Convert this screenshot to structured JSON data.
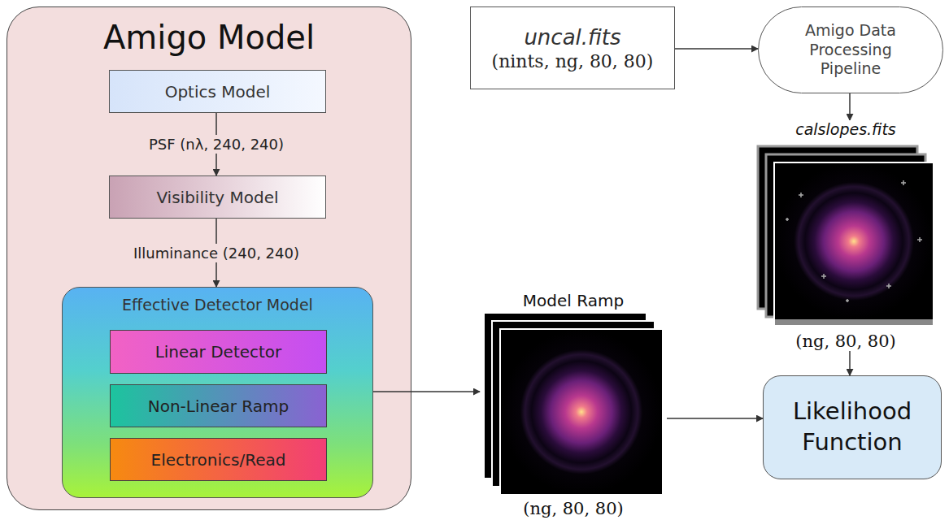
{
  "diagram": {
    "nodes": [
      {
        "text": [
          "Amigo Model"
        ]
      },
      {
        "text": [
          "Optics Model"
        ],
        "in": 0
      },
      {
        "text": [
          "Visibility Model"
        ],
        "in": 0
      },
      {
        "text": [
          "Effective Detector Model"
        ],
        "in": 0
      },
      {
        "text": [
          "Linear Detector"
        ],
        "in": 3
      },
      {
        "text": [
          "Non-Linear Ramp"
        ],
        "in": 3
      },
      {
        "text": [
          "Electronics/Read"
        ],
        "in": 3
      },
      {
        "text": [
          "uncal.fits",
          "(nints, ng, 80, 80)"
        ]
      },
      {
        "text": [
          "Amigo Data Processing Pipeline"
        ]
      },
      {
        "text": [
          "calslopes.fits",
          "(ng, 80, 80)"
        ]
      },
      {
        "text": [
          "Model Ramp",
          "(ng, 80, 80)"
        ]
      },
      {
        "text": [
          "Likelihood Function"
        ]
      }
    ],
    "edges": [
      {
        "from": 1,
        "to": 2,
        "label": "PSF (nλ, 240, 240)",
        "arrow": "to"
      },
      {
        "from": 2,
        "to": 3,
        "label": "Illuminance (240, 240)",
        "arrow": "to"
      },
      {
        "from": 7,
        "to": 8,
        "arrow": "to"
      },
      {
        "from": 8,
        "to": 9,
        "arrow": "to"
      },
      {
        "from": 9,
        "to": 11,
        "arrow": "to"
      },
      {
        "from": 3,
        "to": 10,
        "arrow": "to"
      },
      {
        "from": 10,
        "to": 11,
        "arrow": "to"
      }
    ]
  }
}
